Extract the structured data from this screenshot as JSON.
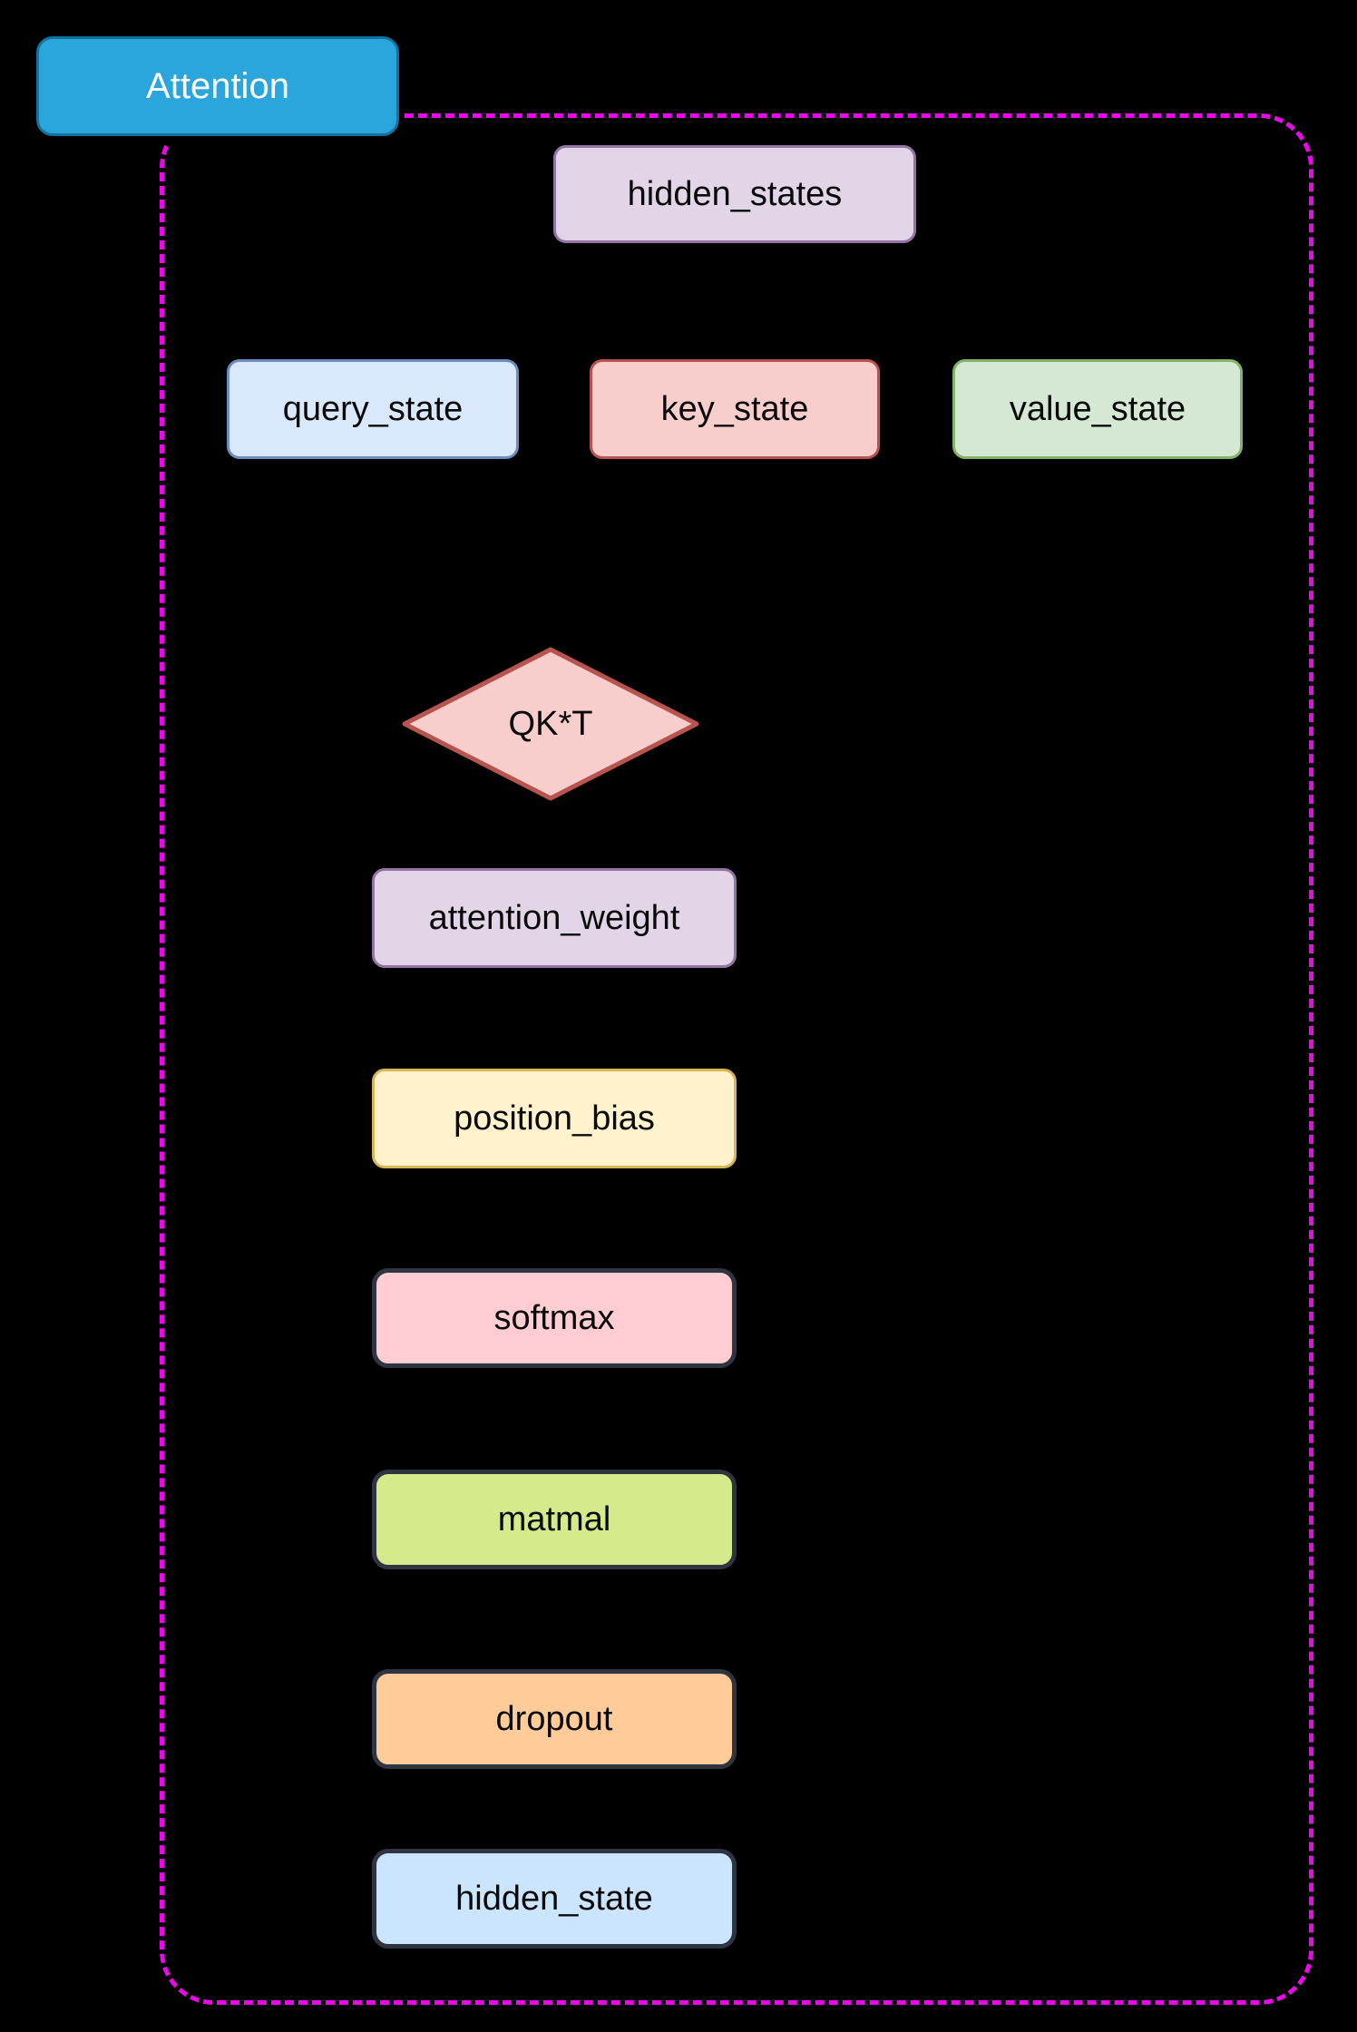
{
  "diagram": {
    "background": "#000000",
    "title": "Attention",
    "subgraph": {
      "label": "Attention",
      "tab_fill": "#2ba6dd",
      "tab_border": "#13729e",
      "tab_text_color": "#ffffff",
      "border_color": "#e80be8",
      "border_style": "dashed"
    },
    "nodes": [
      {
        "id": "hidden_states",
        "label": "hidden_states",
        "shape": "rounded-rect",
        "fill": "#e1d5e7",
        "border": "#9673a6",
        "text_color": "#0a0a0a"
      },
      {
        "id": "query_state",
        "label": "query_state",
        "shape": "rounded-rect",
        "fill": "#dae8fc",
        "border": "#6c8ebf",
        "text_color": "#0a0a0a"
      },
      {
        "id": "key_state",
        "label": "key_state",
        "shape": "rounded-rect",
        "fill": "#f8cecc",
        "border": "#b85450",
        "text_color": "#0a0a0a"
      },
      {
        "id": "value_state",
        "label": "value_state",
        "shape": "rounded-rect",
        "fill": "#d5e8d4",
        "border": "#82b366",
        "text_color": "#0a0a0a"
      },
      {
        "id": "qkt",
        "label": "QK*T",
        "shape": "diamond",
        "fill": "#f8cecc",
        "border": "#b85450",
        "text_color": "#0a0a0a"
      },
      {
        "id": "attention_weight",
        "label": "attention_weight",
        "shape": "rounded-rect",
        "fill": "#e1d5e7",
        "border": "#9673a6",
        "text_color": "#0a0a0a"
      },
      {
        "id": "position_bias",
        "label": "position_bias",
        "shape": "rounded-rect",
        "fill": "#fff2cc",
        "border": "#d6b656",
        "text_color": "#0a0a0a"
      },
      {
        "id": "softmax",
        "label": "softmax",
        "shape": "rounded-rect",
        "fill": "#ffcdd2",
        "border": "#2e3440",
        "text_color": "#0a0a0a"
      },
      {
        "id": "matmal",
        "label": "matmal",
        "shape": "rounded-rect",
        "fill": "#d5ea8a",
        "border": "#2e3440",
        "text_color": "#0a0a0a"
      },
      {
        "id": "dropout",
        "label": "dropout",
        "shape": "rounded-rect",
        "fill": "#ffcc99",
        "border": "#2e3440",
        "text_color": "#0a0a0a"
      },
      {
        "id": "hidden_state",
        "label": "hidden_state",
        "shape": "rounded-rect",
        "fill": "#cce5ff",
        "border": "#2e3440",
        "text_color": "#0a0a0a"
      }
    ]
  }
}
